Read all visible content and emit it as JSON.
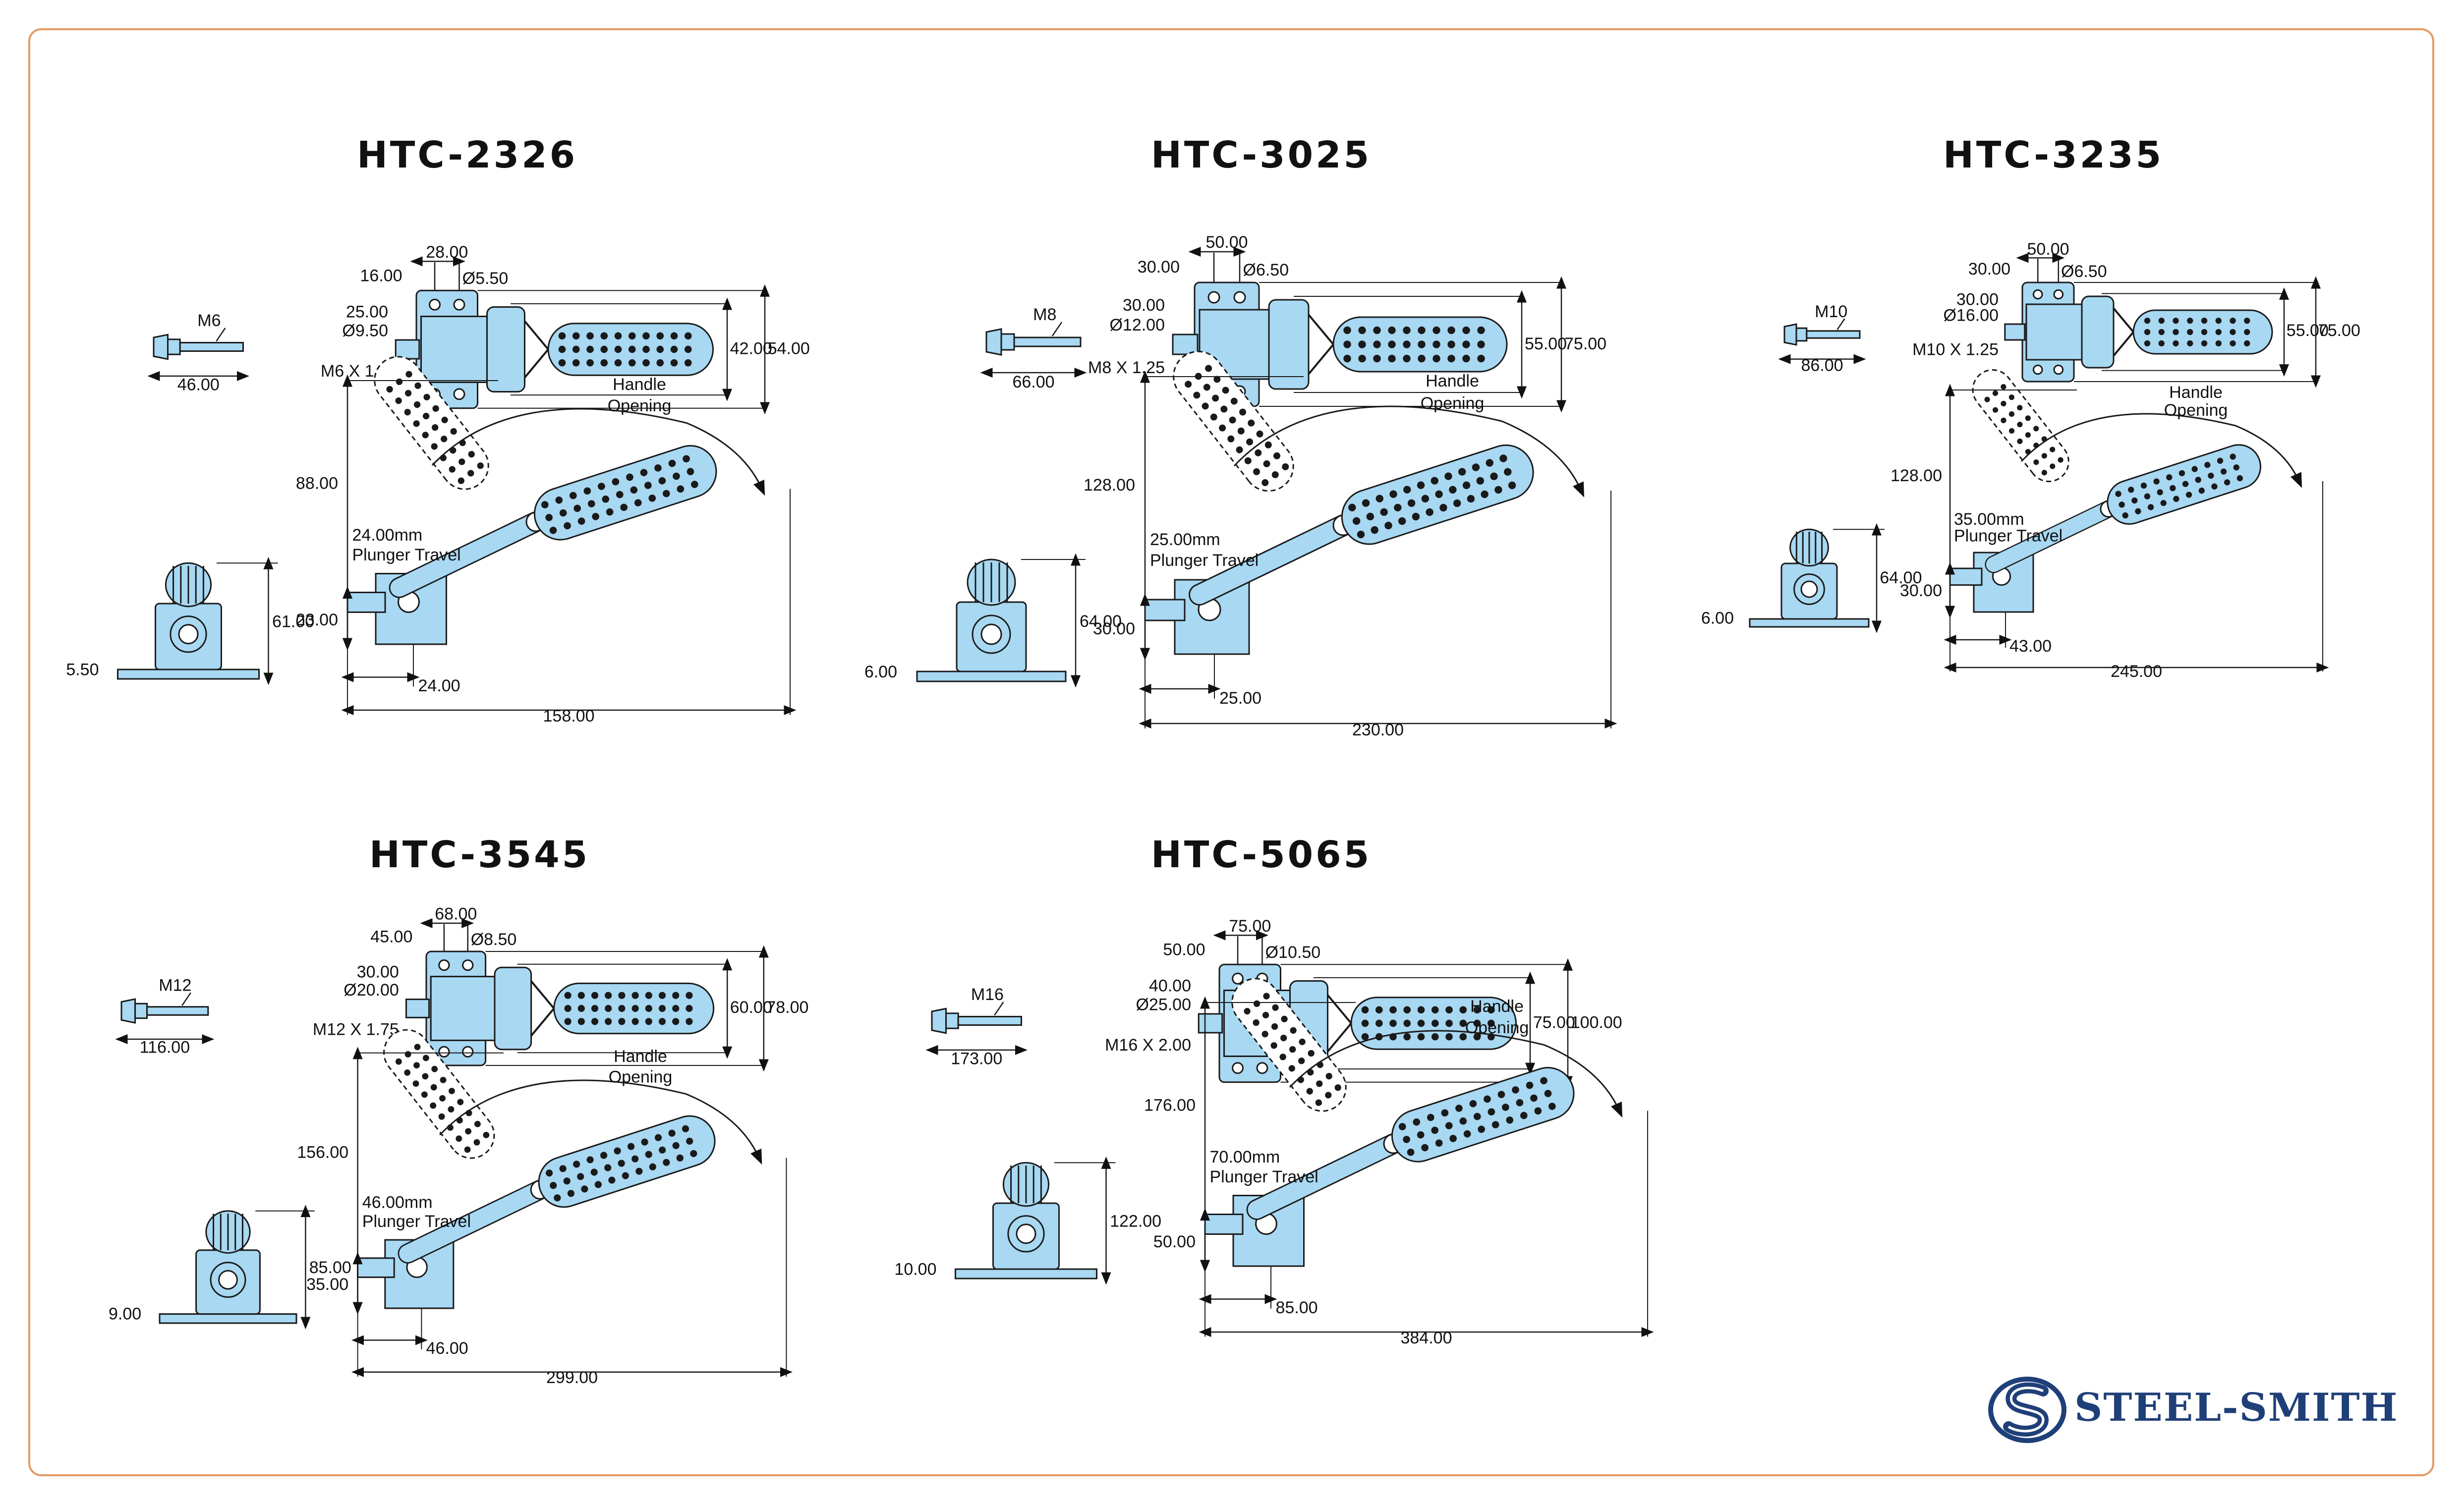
{
  "colors": {
    "frame": "#e39a66",
    "part_fill": "#a8d8f2",
    "outline": "#1a1a1a",
    "brand": "#1f3f78"
  },
  "brand": {
    "name": "STEEL-SMITH",
    "icon": "steel-smith-logo-icon"
  },
  "common": {
    "handle_label_1": "Handle",
    "handle_label_2": "Opening",
    "plunger_label": "Plunger Travel"
  },
  "models": [
    {
      "id": "HTC-2326",
      "top": {
        "pin_thread": "M6",
        "pin_len": "46.00",
        "d1": "16.00",
        "d2": "28.00",
        "hole": "Ø5.50",
        "d3": "25.00",
        "dia": "Ø9.50",
        "thread": "M6 X 1.0",
        "h1": "42.00",
        "h2": "54.00"
      },
      "side": {
        "height": "88.00",
        "travel": "24.00mm",
        "h3": "23.00",
        "l1": "24.00",
        "total": "158.00"
      },
      "end": {
        "h": "61.00",
        "base": "5.50"
      }
    },
    {
      "id": "HTC-3025",
      "top": {
        "pin_thread": "M8",
        "pin_len": "66.00",
        "d1": "30.00",
        "d2": "50.00",
        "hole": "Ø6.50",
        "d3": "30.00",
        "dia": "Ø12.00",
        "thread": "M8 X 1.25",
        "h1": "55.00",
        "h2": "75.00"
      },
      "side": {
        "height": "128.00",
        "travel": "25.00mm",
        "h3": "30.00",
        "l1": "25.00",
        "total": "230.00"
      },
      "end": {
        "h": "64.00",
        "base": "6.00"
      }
    },
    {
      "id": "HTC-3235",
      "top": {
        "pin_thread": "M10",
        "pin_len": "86.00",
        "d1": "30.00",
        "d2": "50.00",
        "hole": "Ø6.50",
        "d3": "30.00",
        "dia": "Ø16.00",
        "thread": "M10 X 1.25",
        "h1": "55.00",
        "h2": "75.00"
      },
      "side": {
        "height": "128.00",
        "travel": "35.00mm",
        "h3": "30.00",
        "l1": "43.00",
        "total": "245.00"
      },
      "end": {
        "h": "64.00",
        "base": "6.00"
      }
    },
    {
      "id": "HTC-3545",
      "top": {
        "pin_thread": "M12",
        "pin_len": "116.00",
        "d1": "45.00",
        "d2": "68.00",
        "hole": "Ø8.50",
        "d3": "30.00",
        "dia": "Ø20.00",
        "thread": "M12 X 1.75",
        "h1": "60.00",
        "h2": "78.00"
      },
      "side": {
        "height": "156.00",
        "travel": "46.00mm",
        "h3": "35.00",
        "l1": "46.00",
        "total": "299.00"
      },
      "end": {
        "h": "85.00",
        "base": "9.00"
      }
    },
    {
      "id": "HTC-5065",
      "top": {
        "pin_thread": "M16",
        "pin_len": "173.00",
        "d1": "50.00",
        "d2": "75.00",
        "hole": "Ø10.50",
        "d3": "40.00",
        "dia": "Ø25.00",
        "thread": "M16 X 2.00",
        "h1": "75.00",
        "h2": "100.00"
      },
      "side": {
        "height": "176.00",
        "travel": "70.00mm",
        "h3": "50.00",
        "l1": "85.00",
        "total": "384.00"
      },
      "end": {
        "h": "122.00",
        "base": "10.00"
      }
    }
  ]
}
